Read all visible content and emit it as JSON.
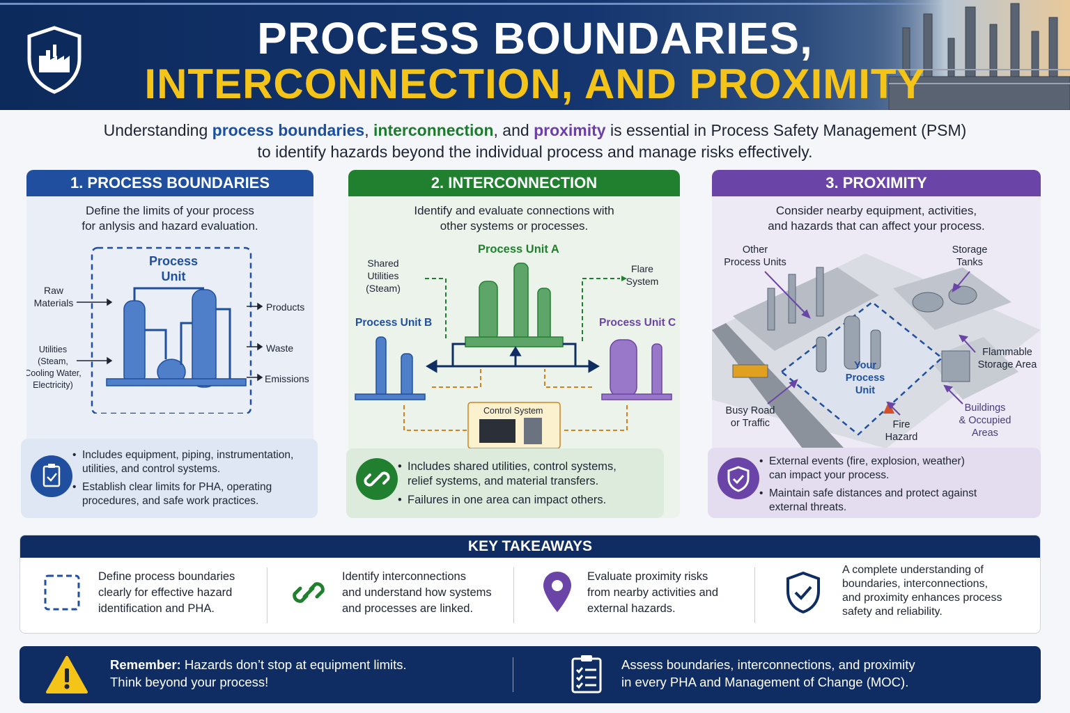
{
  "header": {
    "title_line1": "PROCESS BOUNDARIES,",
    "title_line2": "INTERCONNECTION, AND PROXIMITY",
    "logo_icon": "shield-factory-icon"
  },
  "intro": {
    "part1": "Understanding ",
    "term1": "process boundaries",
    "part2": ", ",
    "term2": "interconnection",
    "part3": ", and ",
    "term3": "proximity",
    "part4": " is essential in Process Safety Management (PSM)",
    "line2": "to identify hazards beyond the individual process and manage risks effectively."
  },
  "panels": {
    "boundaries": {
      "title": "1. PROCESS BOUNDARIES",
      "desc_line1": "Define the limits of your process",
      "desc_line2": "for anlysis and hazard evaluation.",
      "unit_label_1": "Process",
      "unit_label_2": "Unit",
      "raw_1": "Raw",
      "raw_2": "Materials",
      "util_1": "Utilities",
      "util_2": "(Steam,",
      "util_3": "Cooling Water,",
      "util_4": "Electricity)",
      "products": "Products",
      "waste": "Waste",
      "emissions": "Emissions",
      "bullets": [
        "Includes equipment, piping, instrumentation, utilities, and control systems.",
        "Establish clear limits for PHA, operating procedures, and safe work practices."
      ],
      "icon": "clipboard-check-icon"
    },
    "interconnection": {
      "title": "2. INTERCONNECTION",
      "desc_line1": "Identify and evaluate connections with",
      "desc_line2": "other systems or processes.",
      "unit_a": "Process Unit A",
      "unit_b": "Process Unit B",
      "unit_c": "Process Unit C",
      "shared_1": "Shared",
      "shared_2": "Utilities",
      "shared_3": "(Steam)",
      "flare_1": "Flare",
      "flare_2": "System",
      "control": "Control System",
      "bullets": [
        "Includes shared utilities, control systems, relief systems, and material transfers.",
        "Failures in one area can impact others."
      ],
      "icon": "link-icon"
    },
    "proximity": {
      "title": "3. PROXIMITY",
      "desc_line1": "Consider nearby equipment, activities,",
      "desc_line2": "and hazards that can affect your process.",
      "other_1": "Other",
      "other_2": "Process Units",
      "storage_1": "Storage",
      "storage_2": "Tanks",
      "flam_1": "Flammable",
      "flam_2": "Storage Area",
      "your_1": "Your",
      "your_2": "Process",
      "your_3": "Unit",
      "road_1": "Busy Road",
      "road_2": "or Traffic",
      "fire_1": "Fire",
      "fire_2": "Hazard",
      "bldg_1": "Buildings",
      "bldg_2": "& Occupied",
      "bldg_3": "Areas",
      "bullets": [
        "External events (fire, explosion, weather) can impact your process.",
        "Maintain safe distances and protect against external threats."
      ],
      "icon": "shield-check-icon"
    }
  },
  "takeaways": {
    "title": "KEY TAKEAWAYS",
    "items": [
      {
        "icon": "dashed-square-icon",
        "text1": "Define process boundaries",
        "text2": "clearly for effective hazard",
        "text3": "identification and PHA."
      },
      {
        "icon": "link-icon",
        "text1": "Identify interconnections",
        "text2": "and understand how systems",
        "text3": "and processes are linked."
      },
      {
        "icon": "location-pin-icon",
        "text1": "Evaluate proximity risks",
        "text2": "from nearby activities and",
        "text3": "external hazards."
      },
      {
        "icon": "shield-check-icon",
        "text1": "A complete understanding of",
        "text2": "boundaries, interconnections,",
        "text3": "and proximity enhances process",
        "text4": "safety and reliability."
      }
    ]
  },
  "bottom": {
    "remember_bold": "Remember:",
    "remember_rest": " Hazards don’t stop at equipment limits.",
    "remember_line2": "Think beyond your process!",
    "assess_line1": "Assess boundaries, interconnections, and proximity",
    "assess_line2": "in every PHA and Management of Change (MOC).",
    "warning_icon": "warning-triangle-icon",
    "checklist_icon": "checklist-icon"
  },
  "colors": {
    "navy": "#0f2d62",
    "blue": "#1f4f9e",
    "green": "#21802f",
    "purple": "#6a44a6",
    "yellow": "#f4c418"
  }
}
